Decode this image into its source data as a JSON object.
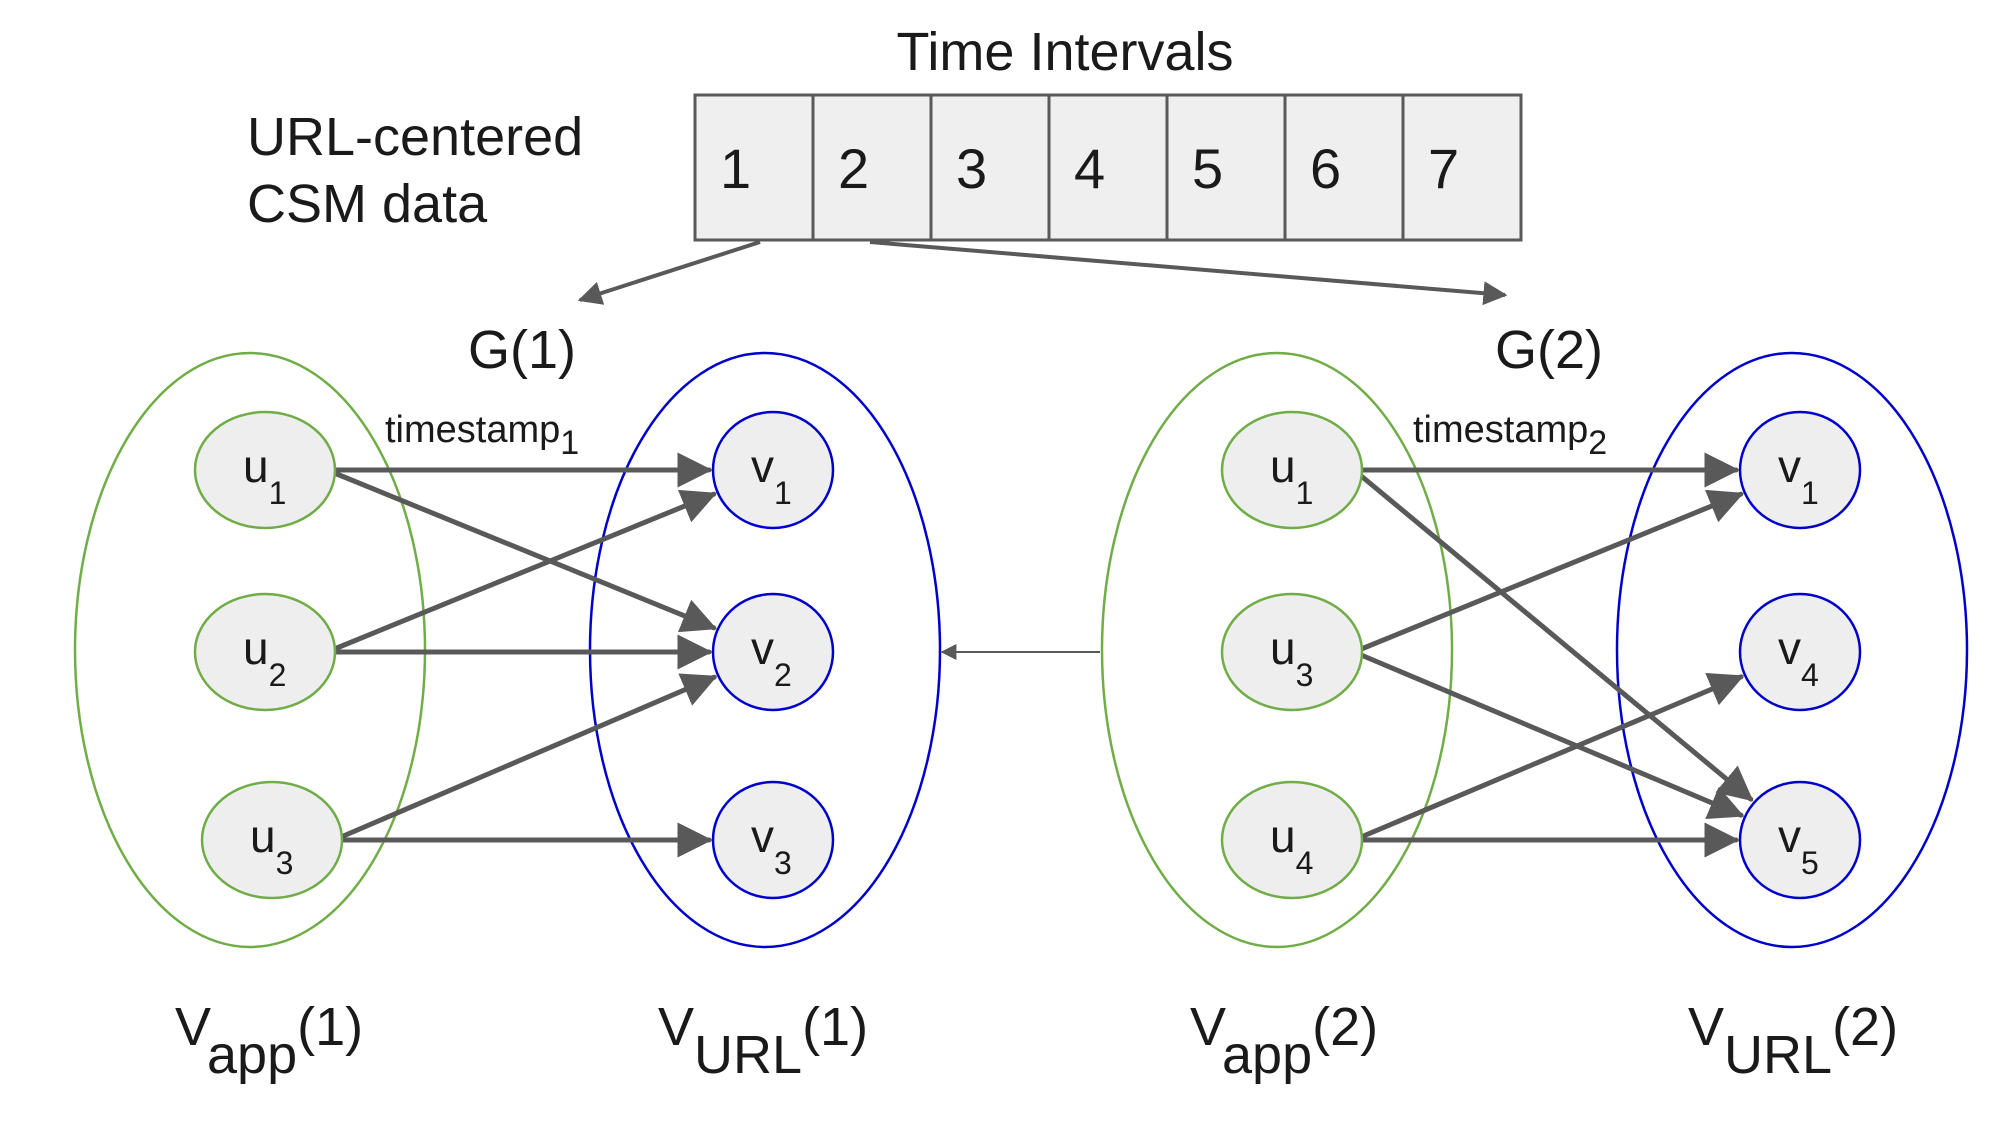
{
  "title": "Time Intervals",
  "data_label": {
    "line1": "URL-centered",
    "line2": "CSM data"
  },
  "intervals": [
    "1",
    "2",
    "3",
    "4",
    "5",
    "6",
    "7"
  ],
  "graphs": [
    {
      "name": "G(1)",
      "timestamp": {
        "base": "timestamp",
        "sub": "1"
      },
      "left_nodes": [
        {
          "base": "u",
          "sub": "1"
        },
        {
          "base": "u",
          "sub": "2"
        },
        {
          "base": "u",
          "sub": "3"
        }
      ],
      "right_nodes": [
        {
          "base": "v",
          "sub": "1"
        },
        {
          "base": "v",
          "sub": "2"
        },
        {
          "base": "v",
          "sub": "3"
        }
      ],
      "edges": [
        [
          "u1",
          "v1"
        ],
        [
          "u1",
          "v2"
        ],
        [
          "u2",
          "v1"
        ],
        [
          "u2",
          "v2"
        ],
        [
          "u3",
          "v2"
        ],
        [
          "u3",
          "v3"
        ]
      ],
      "left_set": {
        "base": "V",
        "sub": "app",
        "suffix": "(1)"
      },
      "right_set": {
        "base": "V",
        "sub": "URL",
        "suffix": "(1)"
      }
    },
    {
      "name": "G(2)",
      "timestamp": {
        "base": "timestamp",
        "sub": "2"
      },
      "left_nodes": [
        {
          "base": "u",
          "sub": "1"
        },
        {
          "base": "u",
          "sub": "3"
        },
        {
          "base": "u",
          "sub": "4"
        }
      ],
      "right_nodes": [
        {
          "base": "v",
          "sub": "1"
        },
        {
          "base": "v",
          "sub": "4"
        },
        {
          "base": "v",
          "sub": "5"
        }
      ],
      "edges": [
        [
          "u1",
          "v1"
        ],
        [
          "u1",
          "v5"
        ],
        [
          "u3",
          "v1"
        ],
        [
          "u3",
          "v5"
        ],
        [
          "u4",
          "v4"
        ],
        [
          "u4",
          "v5"
        ]
      ],
      "left_set": {
        "base": "V",
        "sub": "app",
        "suffix": "(2)"
      },
      "right_set": {
        "base": "V",
        "sub": "URL",
        "suffix": "(2)"
      }
    }
  ],
  "colors": {
    "app_set": "#70ad47",
    "url_set": "#0000cc",
    "node_fill": "#eeeeee",
    "edge": "#595959",
    "cell_fill": "#efefef",
    "cell_border": "#595959"
  }
}
